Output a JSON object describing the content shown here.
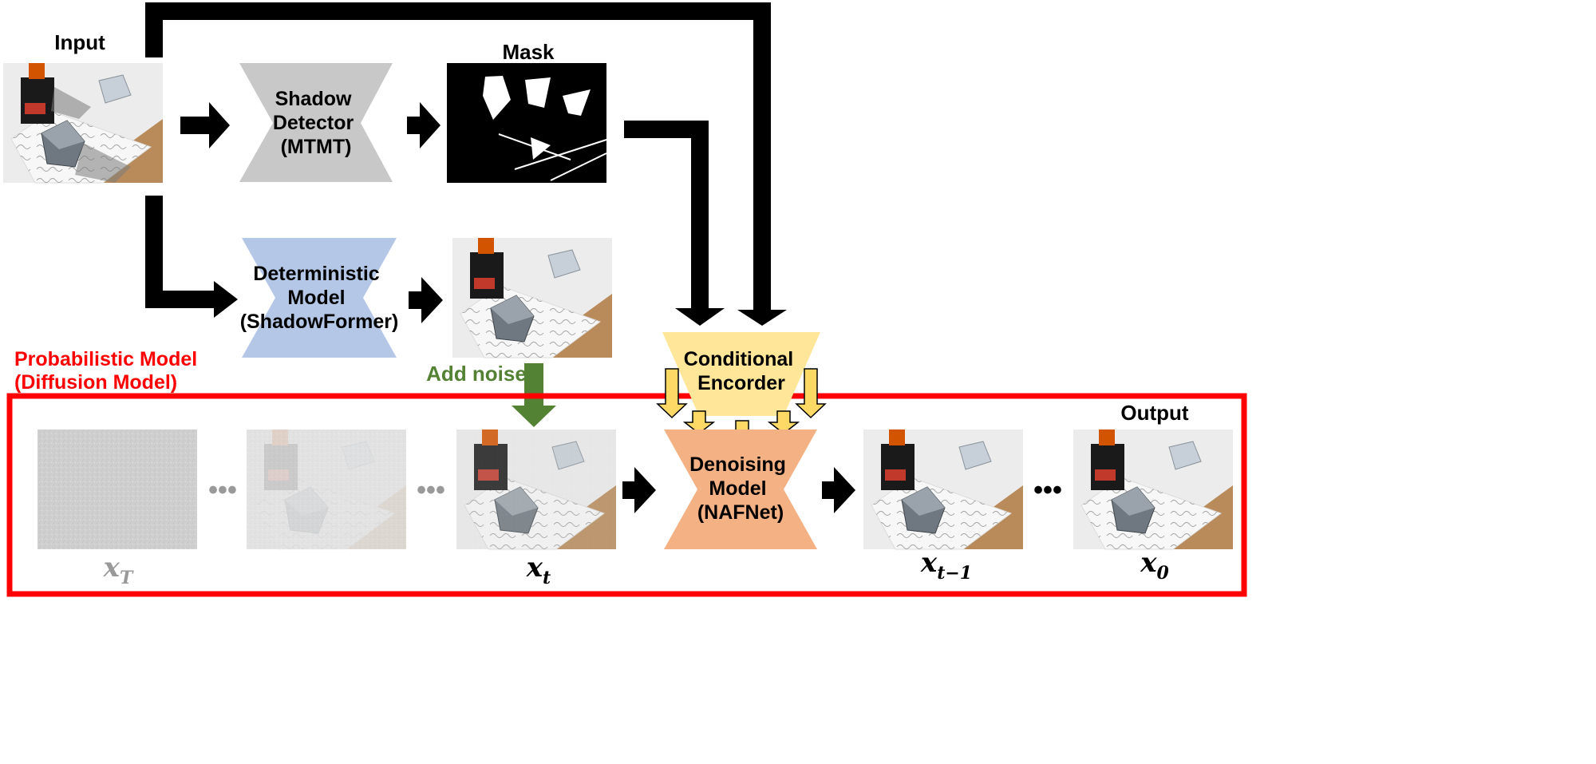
{
  "labels": {
    "input": "Input",
    "mask": "Mask",
    "output": "Output",
    "add_noise": "Add noise",
    "prob_model_line1": "Probabilistic Model",
    "prob_model_line2": "(Diffusion Model)"
  },
  "blocks": {
    "shadow_detector": [
      "Shadow",
      "Detector",
      "(MTMT)"
    ],
    "deterministic_model": [
      "Deterministic",
      "Model",
      "(ShadowFormer)"
    ],
    "conditional_encoder": [
      "Conditional",
      "Encorder"
    ],
    "denoising_model": [
      "Denoising",
      "Model",
      "(NAFNet)"
    ]
  },
  "variables": {
    "x_T": {
      "base": "x",
      "sub": "T"
    },
    "x_t": {
      "base": "x",
      "sub": "t"
    },
    "x_t_minus_1": {
      "base": "x",
      "sub": "t−1"
    },
    "x_0": {
      "base": "x",
      "sub": "0"
    }
  },
  "ellipsis": "•••",
  "colors": {
    "shadow_detector_fill": "#c8c8c8",
    "deterministic_fill": "#b4c7e7",
    "conditional_encoder_fill": "#ffe699",
    "denoising_fill": "#f4b183",
    "diffusion_frame": "#ff0000",
    "add_noise_arrow": "#548235",
    "condition_arrow_fill": "#ffd966",
    "main_arrow": "#000000"
  }
}
